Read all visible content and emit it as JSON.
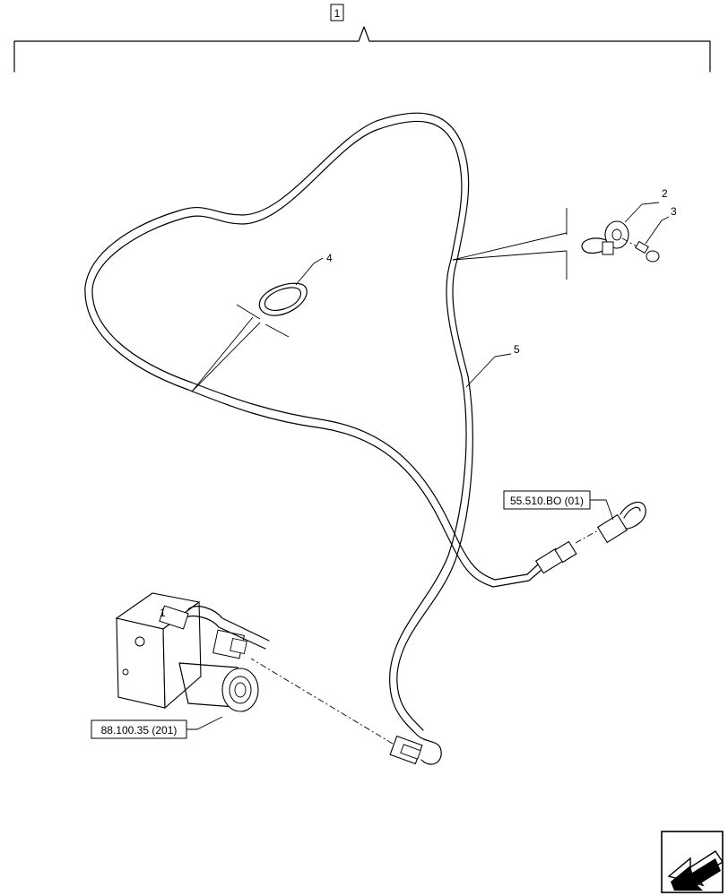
{
  "callouts": {
    "assembly": "1",
    "clamp": "2",
    "screw": "3",
    "grommet": "4",
    "harness": "5"
  },
  "references": {
    "connector_ref": "55.510.BO (01)",
    "valve_ref": "88.100.35 (201)"
  },
  "icons": {
    "navigation": "next-page-arrow-icon"
  }
}
